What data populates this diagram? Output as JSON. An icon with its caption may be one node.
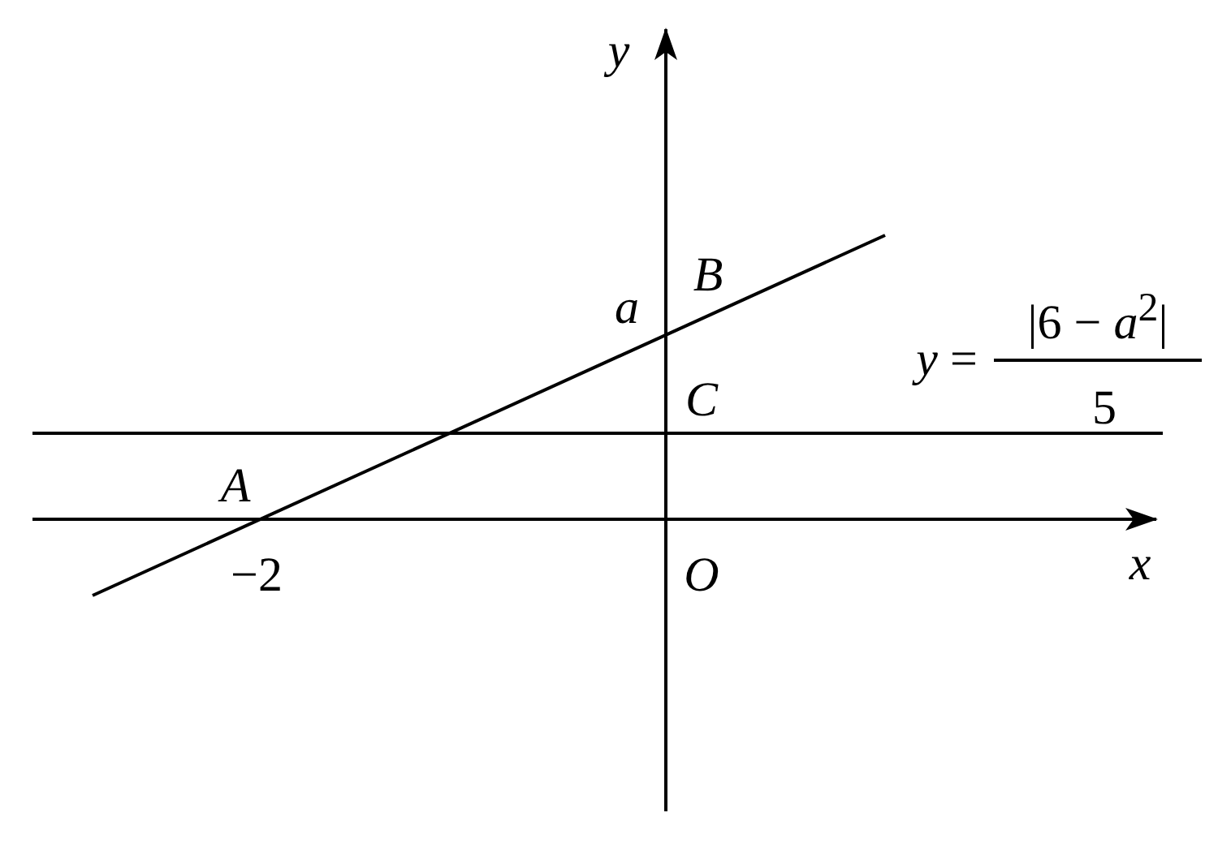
{
  "diagram": {
    "labels": [
      "y",
      "B",
      "a",
      "*y* =",
      "|6 − *a*$^{2}$|",
      "C",
      "5",
      "A",
      "x",
      "−2",
      "O"
    ]
  }
}
